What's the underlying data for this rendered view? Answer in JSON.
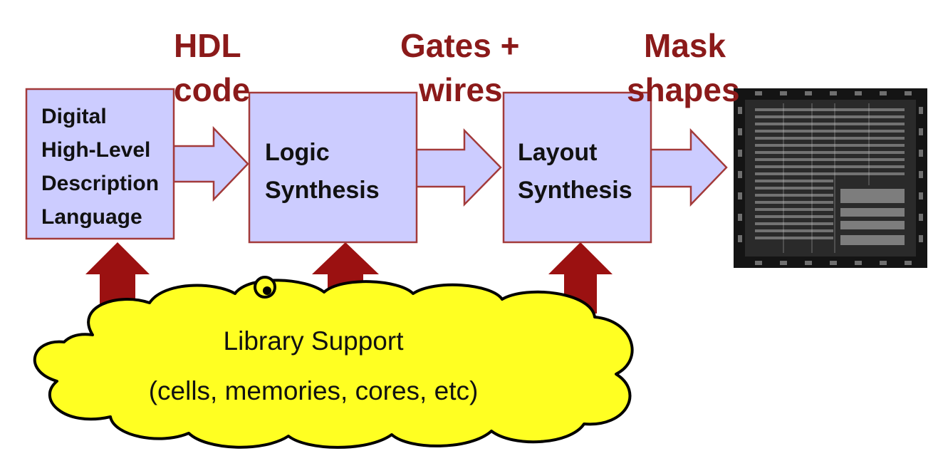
{
  "diagram": {
    "stages": [
      {
        "id": "hdl",
        "lines": [
          "Digital",
          "High-Level",
          "Description",
          "Language"
        ]
      },
      {
        "id": "logic",
        "lines": [
          "Logic",
          "Synthesis"
        ]
      },
      {
        "id": "layout",
        "lines": [
          "Layout",
          "Synthesis"
        ]
      }
    ],
    "outputs": [
      {
        "lines": [
          "HDL",
          "code"
        ]
      },
      {
        "lines": [
          "Gates +",
          "wires"
        ]
      },
      {
        "lines": [
          "Mask",
          "shapes"
        ]
      }
    ],
    "library": {
      "title": "Library Support",
      "subtitle": "(cells, memories, cores, etc)"
    },
    "colors": {
      "box_fill": "#ccccff",
      "box_stroke": "#a33a3a",
      "label_red": "#8b1a1a",
      "support_arrow": "#9b1111",
      "cloud_fill": "#ffff22",
      "cloud_stroke": "#000000",
      "chip_bg": "#141414"
    }
  }
}
